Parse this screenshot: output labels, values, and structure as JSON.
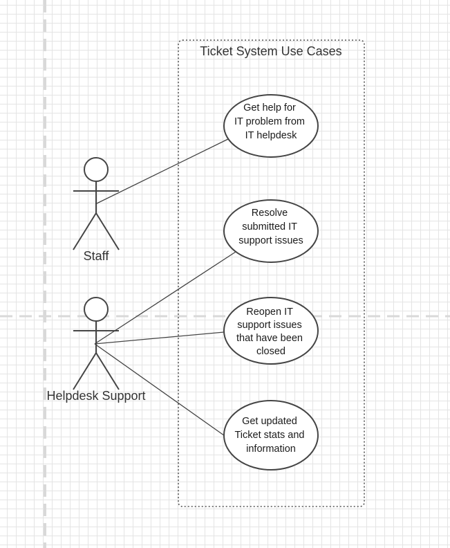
{
  "diagram": {
    "boundary_title": "Ticket System Use Cases",
    "actors": [
      {
        "id": "staff",
        "label": "Staff"
      },
      {
        "id": "helpdesk",
        "label": "Helpdesk Support"
      }
    ],
    "use_cases": [
      {
        "id": "uc1",
        "lines": [
          "Get help for",
          "IT problem from",
          "IT helpdesk"
        ]
      },
      {
        "id": "uc2",
        "lines": [
          "Resolve",
          "submitted IT",
          "support issues"
        ]
      },
      {
        "id": "uc3",
        "lines": [
          "Reopen IT",
          "support issues",
          "that have been",
          "closed"
        ]
      },
      {
        "id": "uc4",
        "lines": [
          "Get updated",
          "Ticket stats and",
          "information"
        ]
      }
    ],
    "associations": [
      [
        "staff",
        "uc1"
      ],
      [
        "helpdesk",
        "uc2"
      ],
      [
        "helpdesk",
        "uc3"
      ],
      [
        "helpdesk",
        "uc4"
      ]
    ],
    "colors": {
      "stroke": "#444444",
      "guide_dash": "#d9d9d9",
      "grid": "#e4e4e4"
    }
  }
}
